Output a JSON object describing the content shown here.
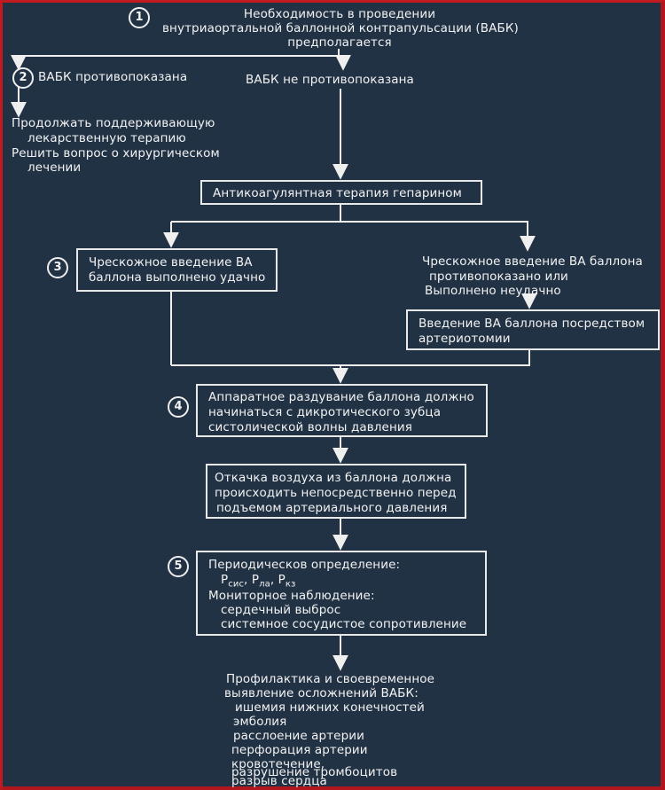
{
  "steps": {
    "s1": "1",
    "s2": "2",
    "s3": "3",
    "s4": "4",
    "s5": "5"
  },
  "top": {
    "line1": "Необходимость в проведении",
    "line2": "внутриаортальной баллонной  контрапульсации (ВАБК)",
    "line3": "предполагается"
  },
  "left_branch": {
    "title": "ВАБК противопоказана",
    "line1": "Продолжать поддерживающую",
    "line2": "лекарственную терапию",
    "line3": "Решить вопрос о хирургическом",
    "line4": "лечении"
  },
  "right_branch": {
    "title": "ВАБК не противопоказана"
  },
  "heparin": "Антикоагулянтная терапия гепарином",
  "perc_ok": {
    "line1": "Чрескожное введение ВА",
    "line2": "баллона выполнено удачно"
  },
  "perc_fail": {
    "line1": "Чрескожное введение ВА баллона",
    "line2": "противопоказано или",
    "line3": "Выполнено неудачно"
  },
  "arteriotomy": {
    "line1": "Введение ВА баллона посредством",
    "line2": "артериотомии"
  },
  "inflation": {
    "line1": "Аппаратное раздувание баллона должно",
    "line2": "начинаться с дикротического  зубца",
    "line3": "систолической волны давления"
  },
  "deflation": {
    "line1": "Откачка воздуха из баллона должна",
    "line2": "происходить непосредственно перед",
    "line3": "подъемом артериального давления"
  },
  "monitoring": {
    "line1": "Периодическов определение:",
    "p1": "P",
    "p1_sub": "сис",
    "p2": "P",
    "p2_sub": "ла",
    "p3": "P",
    "p3_sub": "кз",
    "line3": "Мониторное наблюдение:",
    "line4": "сердечный выброс",
    "line5": "системное сосудистое сопротивление"
  },
  "prevention": {
    "line1": "Профилактика и своевременное",
    "line2": "выявление осложнений ВАБК:",
    "items": [
      "ишемия нижних конечностей",
      "эмболия",
      "расслоение артерии",
      "перфорация артерии",
      "кровотечение,",
      "разрушение тромбоцитов",
      "разрыв сердца"
    ]
  }
}
